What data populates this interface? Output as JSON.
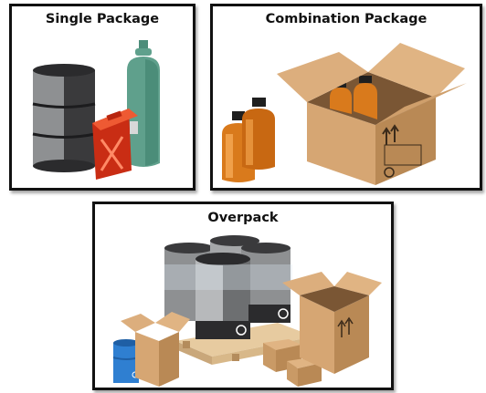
{
  "panels": [
    {
      "title": "Single Package"
    },
    {
      "title": "Combination Package"
    },
    {
      "title": "Overpack"
    }
  ],
  "colors": {
    "drum_dark": "#3a3a3c",
    "drum_light": "#8e9092",
    "cylinder": "#5fa08c",
    "jerrycan": "#e23b1e",
    "bottle_amber": "#d97a1c",
    "cardboard": "#c99a66",
    "drum_blue": "#2f7fd1",
    "pallet": "#e7cba0"
  },
  "icons": [
    "drum-icon",
    "gas-cylinder-icon",
    "jerrycan-icon",
    "bottle-icon",
    "cardboard-box-icon",
    "pallet-icon"
  ]
}
